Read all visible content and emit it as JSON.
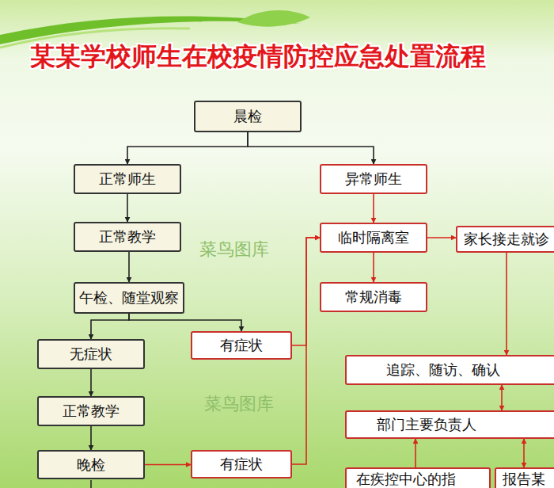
{
  "diagram": {
    "title": "某某学校师生在校疫情防控应急处置流程",
    "nodes": [
      {
        "text": [
          "晨检"
        ]
      },
      {
        "text": [
          "正常师生"
        ]
      },
      {
        "text": [
          "异常师生"
        ]
      },
      {
        "text": [
          "正常教学"
        ]
      },
      {
        "text": [
          "临时隔离室"
        ]
      },
      {
        "text": [
          "家长接走就诊"
        ]
      },
      {
        "text": [
          "午检、随堂观察"
        ]
      },
      {
        "text": [
          "常规消毒"
        ]
      },
      {
        "text": [
          "无症状"
        ]
      },
      {
        "text": [
          "有症状"
        ]
      },
      {
        "text": [
          "追踪、随访、确认"
        ]
      },
      {
        "text": [
          "正常教学"
        ]
      },
      {
        "text": [
          "部门主要负责人"
        ]
      },
      {
        "text": [
          "晚检"
        ]
      },
      {
        "text": [
          "有症状"
        ]
      },
      {
        "text": [
          "在疾控中心的指"
        ]
      },
      {
        "text": [
          "报告某"
        ]
      }
    ],
    "edges": [
      {
        "from": 0,
        "to": 1,
        "arrow": "to"
      },
      {
        "from": 0,
        "to": 2,
        "arrow": "to"
      },
      {
        "from": 1,
        "to": 3,
        "arrow": "to"
      },
      {
        "from": 2,
        "to": 4,
        "arrow": "to"
      },
      {
        "from": 4,
        "to": 5,
        "arrow": "to"
      },
      {
        "from": 3,
        "to": 6,
        "arrow": "to"
      },
      {
        "from": 4,
        "to": 7,
        "arrow": "to"
      },
      {
        "from": 6,
        "to": 8,
        "arrow": "to"
      },
      {
        "from": 6,
        "to": 9,
        "arrow": "to"
      },
      {
        "from": 9,
        "to": 4,
        "arrow": "to"
      },
      {
        "from": 5,
        "to": 10,
        "arrow": "to"
      },
      {
        "from": 8,
        "to": 11,
        "arrow": "to"
      },
      {
        "from": 10,
        "to": 12,
        "arrow": "both"
      },
      {
        "from": 11,
        "to": 13,
        "arrow": "to"
      },
      {
        "from": 13,
        "to": 14,
        "arrow": "to"
      },
      {
        "from": 14,
        "to": 4,
        "arrow": "to"
      },
      {
        "from": 15,
        "to": 12,
        "arrow": "to"
      },
      {
        "from": 12,
        "to": 16,
        "arrow": "both"
      }
    ],
    "labels": [
      "菜鸟图库",
      "菜鸟图库"
    ]
  }
}
